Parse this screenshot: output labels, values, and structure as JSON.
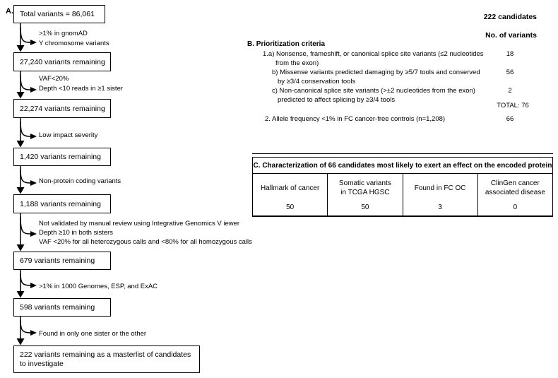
{
  "panelA": {
    "label": "A.",
    "boxes": [
      "Total variants = 86,061",
      "27,240 variants remaining",
      "22,274 variants remaining",
      "1,420 variants remaining",
      "1,188 variants remaining",
      "679 variants remaining",
      "598 variants remaining",
      "222 variants remaining as a masterlist of candidates to investigate"
    ],
    "filters": [
      {
        "lines": [
          ">1% in gnomAD",
          "Y chromosome variants"
        ]
      },
      {
        "lines": [
          "VAF<20%",
          "Depth <10 reads in ≥1 sister"
        ]
      },
      {
        "lines": [
          "Low impact severity"
        ]
      },
      {
        "lines": [
          "Non-protein coding variants"
        ]
      },
      {
        "lines": [
          "Not validated by manual review using Integrative Genomics V iewer",
          "Depth ≥10 in both sisters",
          "VAF <20% for all heterozygous calls and <80% for all homozygous calls"
        ]
      },
      {
        "lines": [
          ">1% in 1000 Genomes, ESP, and ExAC"
        ]
      },
      {
        "lines": [
          "Found in only one sister or the other"
        ]
      }
    ]
  },
  "panelB": {
    "header_candidates": "222 candidates",
    "header_no_of_variants": "No. of variants",
    "title": "B. Prioritization criteria",
    "criteria": [
      {
        "line1": "1.a) Nonsense, frameshift, or canonical splice site variants (≤2 nucleotides",
        "line2": "from the exon)",
        "value": "18"
      },
      {
        "line1": "b) Missense variants predicted damaging by ≥5/7 tools and conserved",
        "line2": "by ≥3/4 conservation tools",
        "value": "56"
      },
      {
        "line1": "c) Non-canonical splice site variants (>±2 nucleotides from the exon)",
        "line2": "predicted to affect splicing by ≥3/4 tools",
        "value": "2"
      }
    ],
    "total": "TOTAL: 76",
    "criterion2": {
      "text": "2. Allele frequency <1% in FC cancer-free controls (n=1,208)",
      "value": "66"
    }
  },
  "panelC": {
    "title": "C. Characterization of 66 candidates most likely to exert an effect on the encoded protein",
    "columns": [
      {
        "label": "Hallmark of cancer",
        "value": "50"
      },
      {
        "label": "Somatic variants\nin TCGA HGSC",
        "value": "50"
      },
      {
        "label": "Found in FC OC",
        "value": "3"
      },
      {
        "label": "ClinGen cancer\nassociated disease",
        "value": "0"
      }
    ]
  }
}
